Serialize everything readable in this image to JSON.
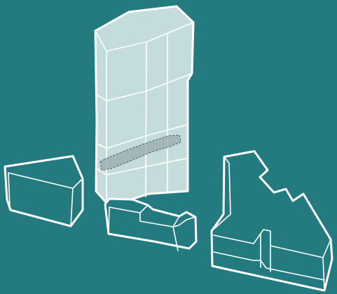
{
  "colors": {
    "background": "#237b80",
    "outline": "#ffffff",
    "tower_fill": "#c5dcdd",
    "inner_line": "#ffffff",
    "highlight_fill": "#9aa9ab",
    "highlight_stroke": "#4d5c60"
  },
  "components": [
    {
      "id": "tower",
      "kind": "tall-massing-volume"
    },
    {
      "id": "left-block",
      "kind": "low-wedge-volume"
    },
    {
      "id": "center-block",
      "kind": "low-stepped-volume"
    },
    {
      "id": "right-block",
      "kind": "low-angled-volume"
    }
  ],
  "highlight": {
    "kind": "dashed-floor-zone"
  }
}
